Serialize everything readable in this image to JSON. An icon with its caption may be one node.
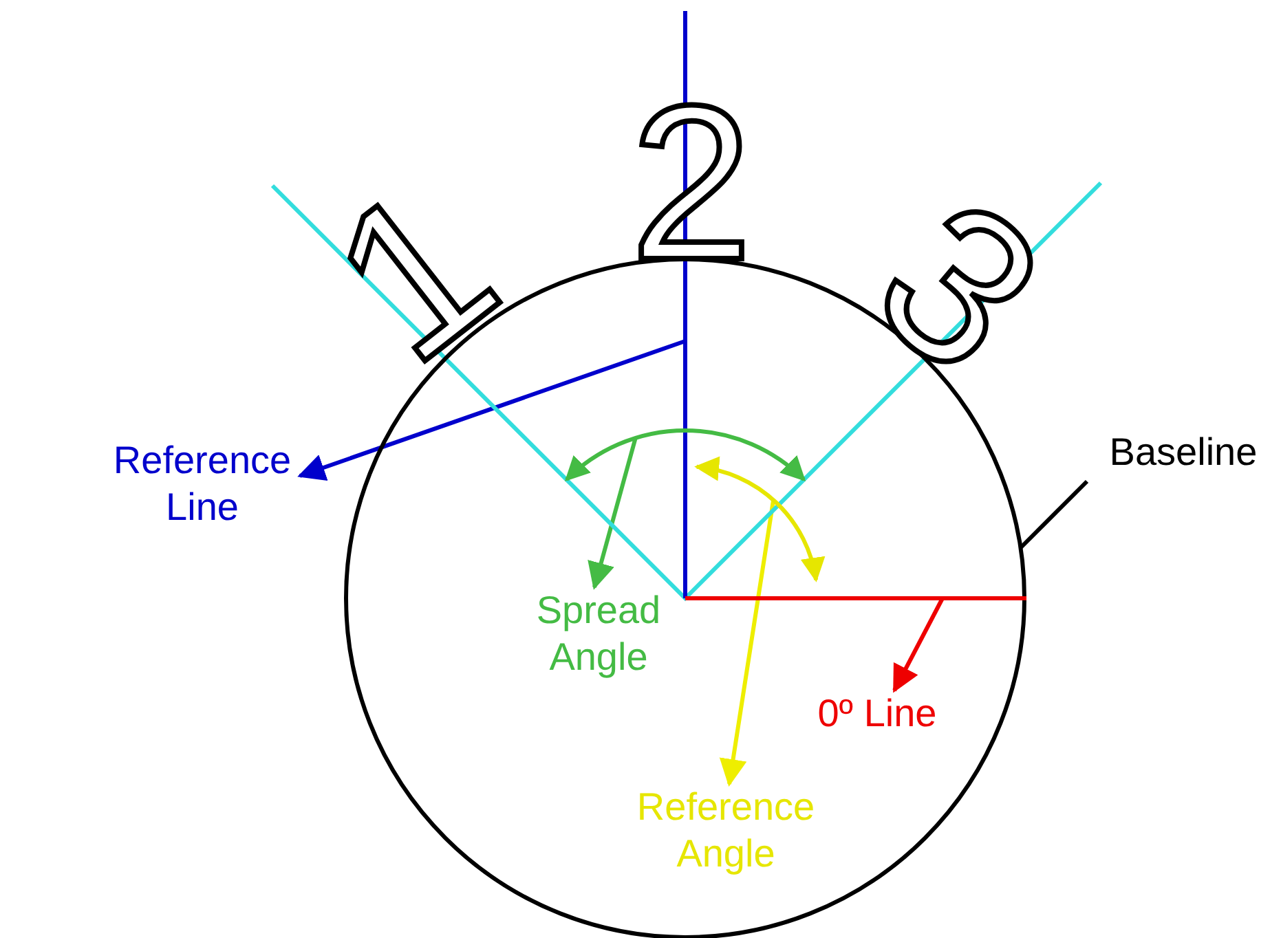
{
  "diagram": {
    "nodes": [
      {
        "text": [
          "Reference Line"
        ]
      },
      {
        "text": [],
        "shape": "line"
      },
      {
        "text": [
          "Baseline"
        ]
      },
      {
        "text": [],
        "shape": "circle"
      },
      {
        "text": [
          "Spread Angle"
        ],
        "in": 3
      },
      {
        "text": [],
        "shape": "arc",
        "in": 3
      },
      {
        "text": [
          "Reference Angle"
        ],
        "in": 3
      },
      {
        "text": [],
        "shape": "arc",
        "in": 3
      },
      {
        "text": [
          "0º Line"
        ],
        "in": 3
      },
      {
        "text": [],
        "shape": "line",
        "in": 3
      }
    ],
    "edges": [
      {
        "from": 1,
        "to": 0,
        "arrow": "to",
        "color": "#0000cc"
      },
      {
        "from": 2,
        "to": 3,
        "arrow": "none",
        "color": "#000000"
      },
      {
        "from": 5,
        "to": 4,
        "arrow": "to",
        "color": "#44bb44"
      },
      {
        "from": 7,
        "to": 6,
        "arrow": "to",
        "color": "#eeee00"
      },
      {
        "from": 9,
        "to": 8,
        "arrow": "to",
        "color": "#ee0000"
      }
    ],
    "labels": [
      "1",
      "2",
      "3"
    ]
  }
}
